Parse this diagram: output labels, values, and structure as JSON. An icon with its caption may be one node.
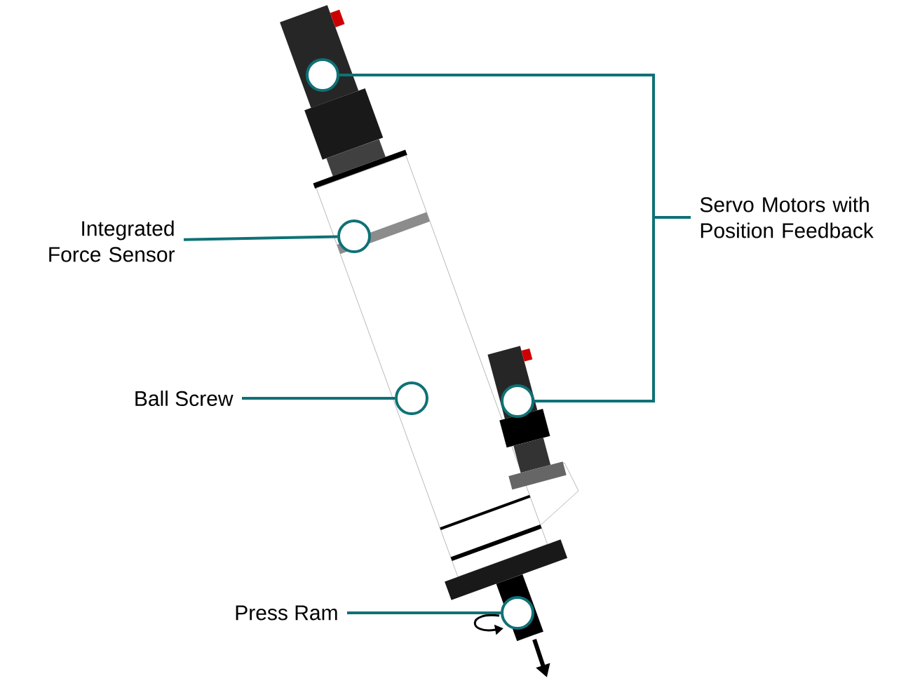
{
  "diagram": {
    "nodes": [
      {
        "text": [
          "Integrated Force Sensor"
        ]
      },
      {
        "text": [
          "Ball Screw"
        ]
      },
      {
        "text": [
          "Press Ram"
        ]
      },
      {
        "text": [
          "Servo Motors with Position Feedback"
        ]
      },
      {
        "text": [],
        "shape": "circle"
      },
      {
        "text": [],
        "shape": "circle"
      },
      {
        "text": [],
        "shape": "circle"
      },
      {
        "text": [],
        "shape": "circle"
      },
      {
        "text": [],
        "shape": "circle"
      }
    ],
    "edges": [
      {
        "from": 0,
        "to": 5,
        "arrow": "none"
      },
      {
        "from": 1,
        "to": 6,
        "arrow": "none"
      },
      {
        "from": 2,
        "to": 7,
        "arrow": "none"
      },
      {
        "from": 3,
        "to": 4,
        "arrow": "none"
      },
      {
        "from": 3,
        "to": 8,
        "arrow": "none"
      }
    ]
  }
}
